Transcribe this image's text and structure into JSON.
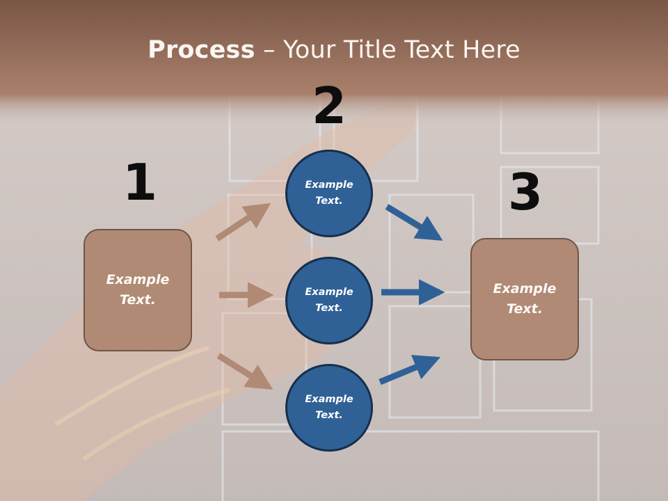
{
  "slide": {
    "title_bold": "Process",
    "title_rest": " – Your Title Text Here"
  },
  "steps": {
    "step1": {
      "number": "1",
      "label": "Example\nText."
    },
    "step2": {
      "number": "2",
      "items": [
        "Example\nText.",
        "Example\nText.",
        "Example\nText."
      ]
    },
    "step3": {
      "number": "3",
      "label": "Example\nText."
    }
  },
  "colors": {
    "banner": "#8f6450",
    "box_fill": "#b08a75",
    "circle_fill": "#2f6196",
    "left_arrow": "#b08a75",
    "right_arrow": "#2f6196"
  }
}
